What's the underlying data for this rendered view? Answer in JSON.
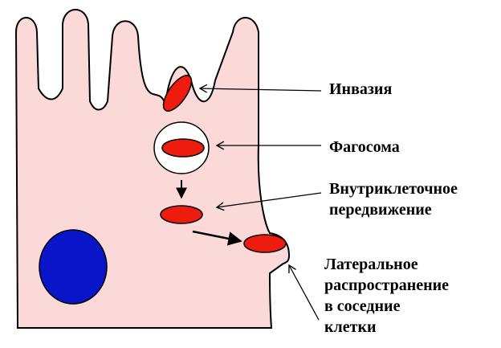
{
  "colors": {
    "cell_fill": "#fbd9d9",
    "outline": "#000000",
    "bacterium": "#ee1c0e",
    "nucleus": "#0a14c8",
    "phagosome": "#ffffff"
  },
  "labels": {
    "invasion": "Инвазия",
    "phagosome": "Фагосома",
    "intracellular_line1": "Внутриклеточное",
    "intracellular_line2": "передвижение",
    "lateral_line1": "Латеральное",
    "lateral_line2": "распространение",
    "lateral_line3": "в соседние",
    "lateral_line4": "клетки"
  }
}
